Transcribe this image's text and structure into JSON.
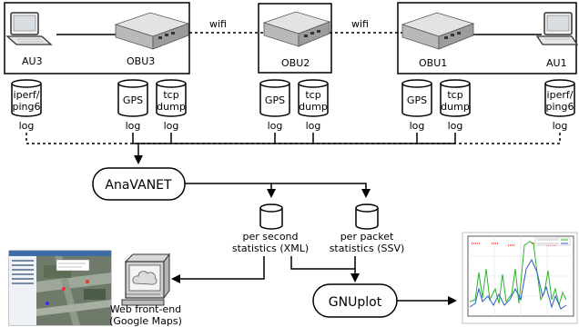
{
  "nodes": {
    "au3": "AU3",
    "obu3": "OBU3",
    "obu2": "OBU2",
    "obu1": "OBU1",
    "au1": "AU1",
    "wifi_left": "wifi",
    "wifi_right": "wifi",
    "anavanet": "AnaVANET",
    "gnuplot": "GNUplot"
  },
  "logs": {
    "iperf_left": [
      "iperf/",
      "ping6"
    ],
    "gps": "GPS",
    "tcpdump": [
      "tcp",
      "dump"
    ],
    "iperf_right": [
      "iperf/",
      "ping6"
    ],
    "log": "log"
  },
  "stores": {
    "per_second": [
      "per second",
      "statistics (XML)"
    ],
    "per_packet": [
      "per packet",
      "statistics (SSV)"
    ]
  },
  "web_frontend": [
    "Web front-end",
    "(Google Maps)"
  ],
  "colors": {
    "line": "#000000",
    "plot_green": "#2bb52b",
    "plot_blue": "#2a5cc8",
    "plot_red": "#dd2222",
    "device_body": "#c9c9c9",
    "map_blue": "#2d5d9c"
  }
}
